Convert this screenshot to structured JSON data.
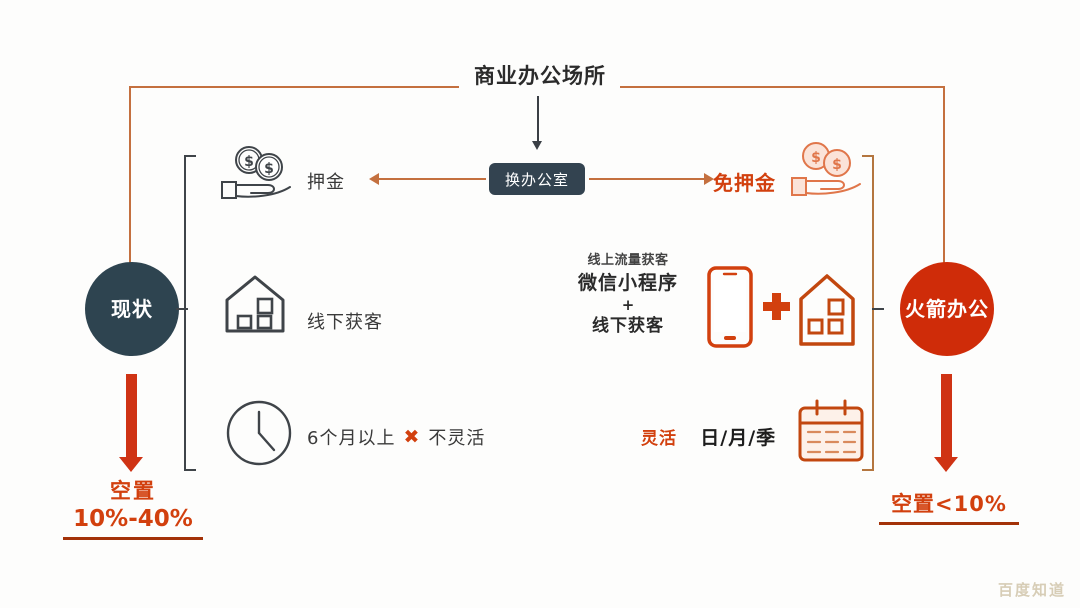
{
  "title": "商业办公场所",
  "center_badge": "换办公室",
  "nodes": {
    "left_circle": "现状",
    "right_circle": "火箭办公"
  },
  "left_rows": [
    {
      "icon": "hand-coins-icon",
      "label": "押金"
    },
    {
      "icon": "house-icon",
      "label": "线下获客"
    },
    {
      "icon": "clock-icon",
      "label": "6个月以上",
      "mark": "✖",
      "mark_label": "不灵活"
    }
  ],
  "right_rows": [
    {
      "icon": "hand-coins-orange-icon",
      "label": "免押金"
    },
    {
      "icon": "phone-plus-house-icon",
      "online_label": "线上流量获客",
      "main_label": "微信小程序",
      "plus": "+",
      "offline_label": "线下获客"
    },
    {
      "icon": "calendar-icon",
      "flex_label": "灵活",
      "period_label": "日/月/季"
    }
  ],
  "vacancy": {
    "left_label": "空置",
    "left_value": "10%-40%",
    "right_text": "空置<10%"
  },
  "watermark": "百度知道",
  "colors": {
    "accent_orange": "#d2400e",
    "rule_brown": "#c4703f",
    "dark_circle": "#2e4450",
    "red_circle": "#cf2c09",
    "badge_dark": "#334350",
    "icon_gray": "#3f4449",
    "underline": "#a33208",
    "watermark": "#d7cdb6"
  }
}
